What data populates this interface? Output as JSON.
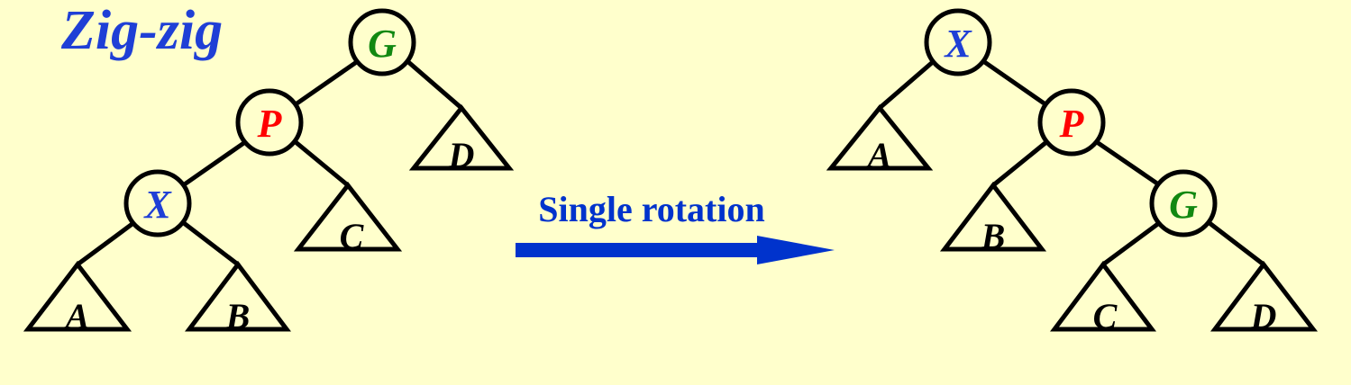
{
  "title": "Zig-zig",
  "caption": "Single rotation",
  "colors": {
    "background": "#ffffcc",
    "title": "#1f3fd6",
    "arrow": "#0033cc",
    "X": "#1f3fd6",
    "P": "#ff0000",
    "G": "#118811",
    "subtree": "#000000"
  },
  "before": {
    "root": "G",
    "nodes": {
      "G": "G",
      "P": "P",
      "X": "X"
    },
    "subtrees": {
      "A": "A",
      "B": "B",
      "C": "C",
      "D": "D"
    }
  },
  "after": {
    "root": "X",
    "nodes": {
      "X": "X",
      "P": "P",
      "G": "G"
    },
    "subtrees": {
      "A": "A",
      "B": "B",
      "C": "C",
      "D": "D"
    }
  }
}
